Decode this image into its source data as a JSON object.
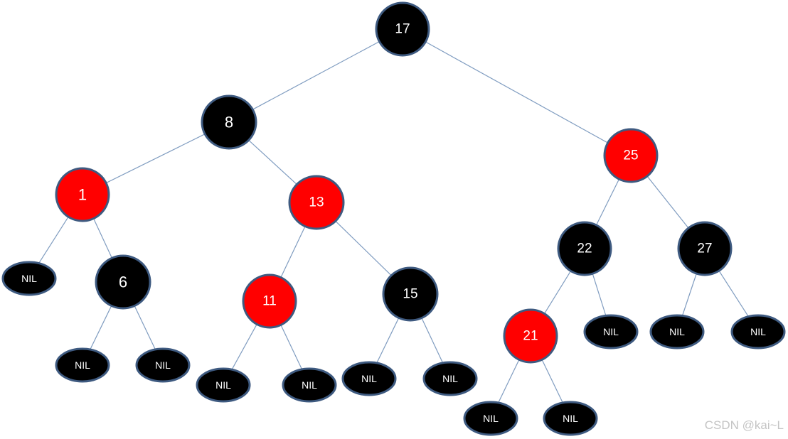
{
  "diagram": {
    "colors": {
      "black_node": "#000000",
      "red_node": "#ff0000",
      "node_outline": "#3e5a80",
      "edge": "#7f9cc0",
      "label": "#ffffff"
    },
    "nodes": [
      {
        "id": "n17",
        "label": "17",
        "color": "black",
        "kind": "node"
      },
      {
        "id": "n8",
        "label": "8",
        "color": "black",
        "kind": "node"
      },
      {
        "id": "n25",
        "label": "25",
        "color": "red",
        "kind": "node"
      },
      {
        "id": "n1",
        "label": "1",
        "color": "red",
        "kind": "node"
      },
      {
        "id": "n13",
        "label": "13",
        "color": "red",
        "kind": "node"
      },
      {
        "id": "n6",
        "label": "6",
        "color": "black",
        "kind": "node"
      },
      {
        "id": "n11",
        "label": "11",
        "color": "red",
        "kind": "node"
      },
      {
        "id": "n15",
        "label": "15",
        "color": "black",
        "kind": "node"
      },
      {
        "id": "n22",
        "label": "22",
        "color": "black",
        "kind": "node"
      },
      {
        "id": "n27",
        "label": "27",
        "color": "black",
        "kind": "node"
      },
      {
        "id": "n21",
        "label": "21",
        "color": "red",
        "kind": "node"
      },
      {
        "id": "nil1L",
        "label": "NIL",
        "color": "black",
        "kind": "nil"
      },
      {
        "id": "nil6L",
        "label": "NIL",
        "color": "black",
        "kind": "nil"
      },
      {
        "id": "nil6R",
        "label": "NIL",
        "color": "black",
        "kind": "nil"
      },
      {
        "id": "nil11L",
        "label": "NIL",
        "color": "black",
        "kind": "nil"
      },
      {
        "id": "nil11R",
        "label": "NIL",
        "color": "black",
        "kind": "nil"
      },
      {
        "id": "nil15L",
        "label": "NIL",
        "color": "black",
        "kind": "nil"
      },
      {
        "id": "nil15R",
        "label": "NIL",
        "color": "black",
        "kind": "nil"
      },
      {
        "id": "nil21L",
        "label": "NIL",
        "color": "black",
        "kind": "nil"
      },
      {
        "id": "nil21R",
        "label": "NIL",
        "color": "black",
        "kind": "nil"
      },
      {
        "id": "nil22R",
        "label": "NIL",
        "color": "black",
        "kind": "nil"
      },
      {
        "id": "nil27L",
        "label": "NIL",
        "color": "black",
        "kind": "nil"
      },
      {
        "id": "nil27R",
        "label": "NIL",
        "color": "black",
        "kind": "nil"
      }
    ],
    "edges": [
      [
        "n17",
        "n8"
      ],
      [
        "n17",
        "n25"
      ],
      [
        "n8",
        "n1"
      ],
      [
        "n8",
        "n13"
      ],
      [
        "n1",
        "nil1L"
      ],
      [
        "n1",
        "n6"
      ],
      [
        "n6",
        "nil6L"
      ],
      [
        "n6",
        "nil6R"
      ],
      [
        "n13",
        "n11"
      ],
      [
        "n13",
        "n15"
      ],
      [
        "n11",
        "nil11L"
      ],
      [
        "n11",
        "nil11R"
      ],
      [
        "n15",
        "nil15L"
      ],
      [
        "n15",
        "nil15R"
      ],
      [
        "n25",
        "n22"
      ],
      [
        "n25",
        "n27"
      ],
      [
        "n22",
        "n21"
      ],
      [
        "n22",
        "nil22R"
      ],
      [
        "n21",
        "nil21L"
      ],
      [
        "n21",
        "nil21R"
      ],
      [
        "n27",
        "nil27L"
      ],
      [
        "n27",
        "nil27R"
      ]
    ]
  },
  "watermark": "CSDN @kai~L"
}
